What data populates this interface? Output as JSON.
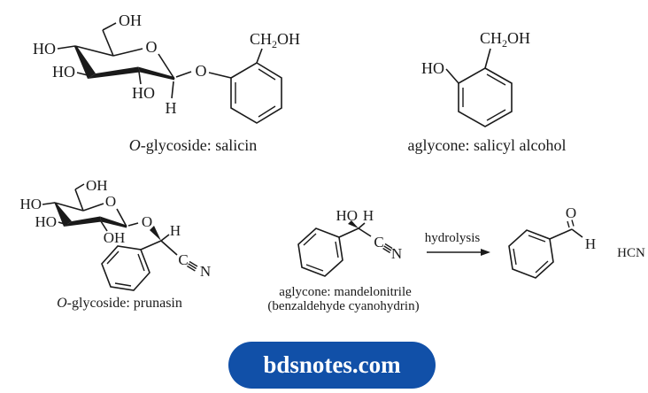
{
  "colors": {
    "ink": "#1a1a1a",
    "background": "#ffffff",
    "badge_bg": "#1150a8",
    "badge_fg": "#ffffff"
  },
  "salicin": {
    "caption": {
      "italic": "O",
      "rest": "-glycoside: salicin"
    },
    "atoms": {
      "oh_top": "OH",
      "ho_c4": "HO",
      "ho_c3": "HO",
      "ring_o": "O",
      "ho_c2": "HO",
      "h_anomeric": "H",
      "glycosidic_o": "O"
    },
    "ch2oh": {
      "pre": "CH",
      "sub": "2",
      "post": "OH"
    }
  },
  "salicyl_alcohol": {
    "caption": "aglycone: salicyl alcohol",
    "atoms": {
      "ho": "HO"
    },
    "ch2oh": {
      "pre": "CH",
      "sub": "2",
      "post": "OH"
    }
  },
  "prunasin": {
    "caption": {
      "italic": "O",
      "rest": "-glycoside: prunasin"
    },
    "atoms": {
      "oh_top": "OH",
      "ho_c4": "HO",
      "ho_c3": "HO",
      "ring_o": "O",
      "oh_c2": "OH",
      "glycosidic_o": "O",
      "h": "H",
      "nitrile_c": "C",
      "nitrile_n": "N"
    }
  },
  "mandelonitrile": {
    "caption_line1": "aglycone: mandelonitrile",
    "caption_line2": "(benzaldehyde cyanohydrin)",
    "atoms": {
      "ho": "HO",
      "h": "H",
      "nitrile_c": "C",
      "nitrile_n": "N"
    }
  },
  "reaction": {
    "label": "hydrolysis"
  },
  "benzaldehyde": {
    "atoms": {
      "o": "O",
      "h": "H"
    }
  },
  "byproduct": {
    "formula": "HCN"
  },
  "badge": {
    "text": "bdsnotes.com"
  }
}
